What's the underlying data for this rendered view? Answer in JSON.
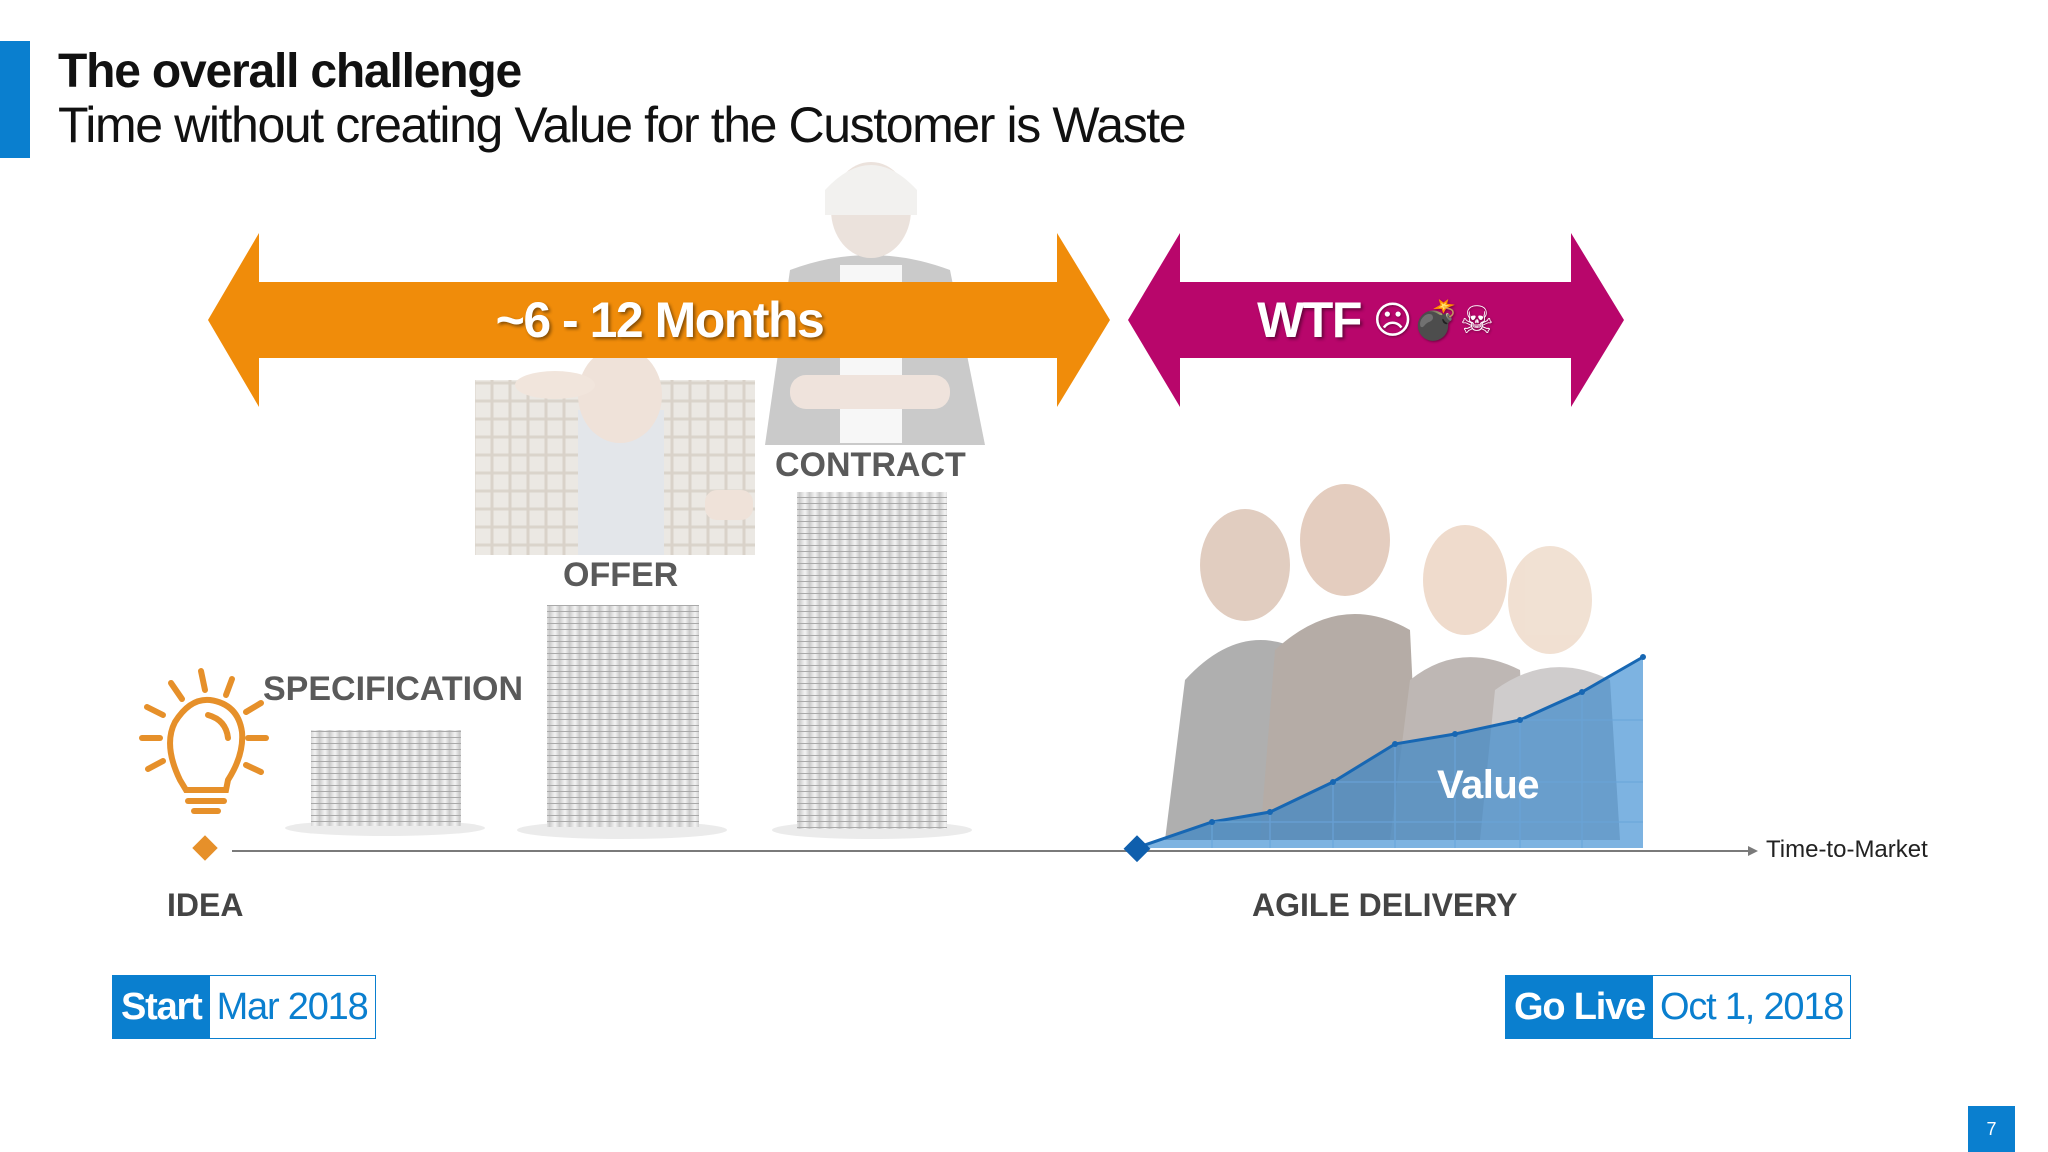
{
  "header": {
    "title": "The overall challenge",
    "subtitle": "Time without creating Value for the Customer is Waste"
  },
  "arrows": {
    "duration_label": "~6 - 12 Months",
    "wtf_label": "WTF",
    "wtf_emoji": "☹💣☠",
    "orange_color": "#f08c0a",
    "magenta_color": "#b8066b"
  },
  "stages": {
    "specification": "SPECIFICATION",
    "offer": "OFFER",
    "contract": "CONTRACT"
  },
  "timeline": {
    "idea_label": "IDEA",
    "agile_label": "AGILE DELIVERY",
    "axis_label": "Time-to-Market",
    "value_label": "Value"
  },
  "dates": {
    "start_tag": "Start",
    "start_value": "Mar 2018",
    "golive_tag": "Go Live",
    "golive_value": "Oct 1, 2018"
  },
  "footer": {
    "page_number": "7"
  },
  "colors": {
    "accent": "#0a7fcf",
    "idea": "#e6902a"
  }
}
